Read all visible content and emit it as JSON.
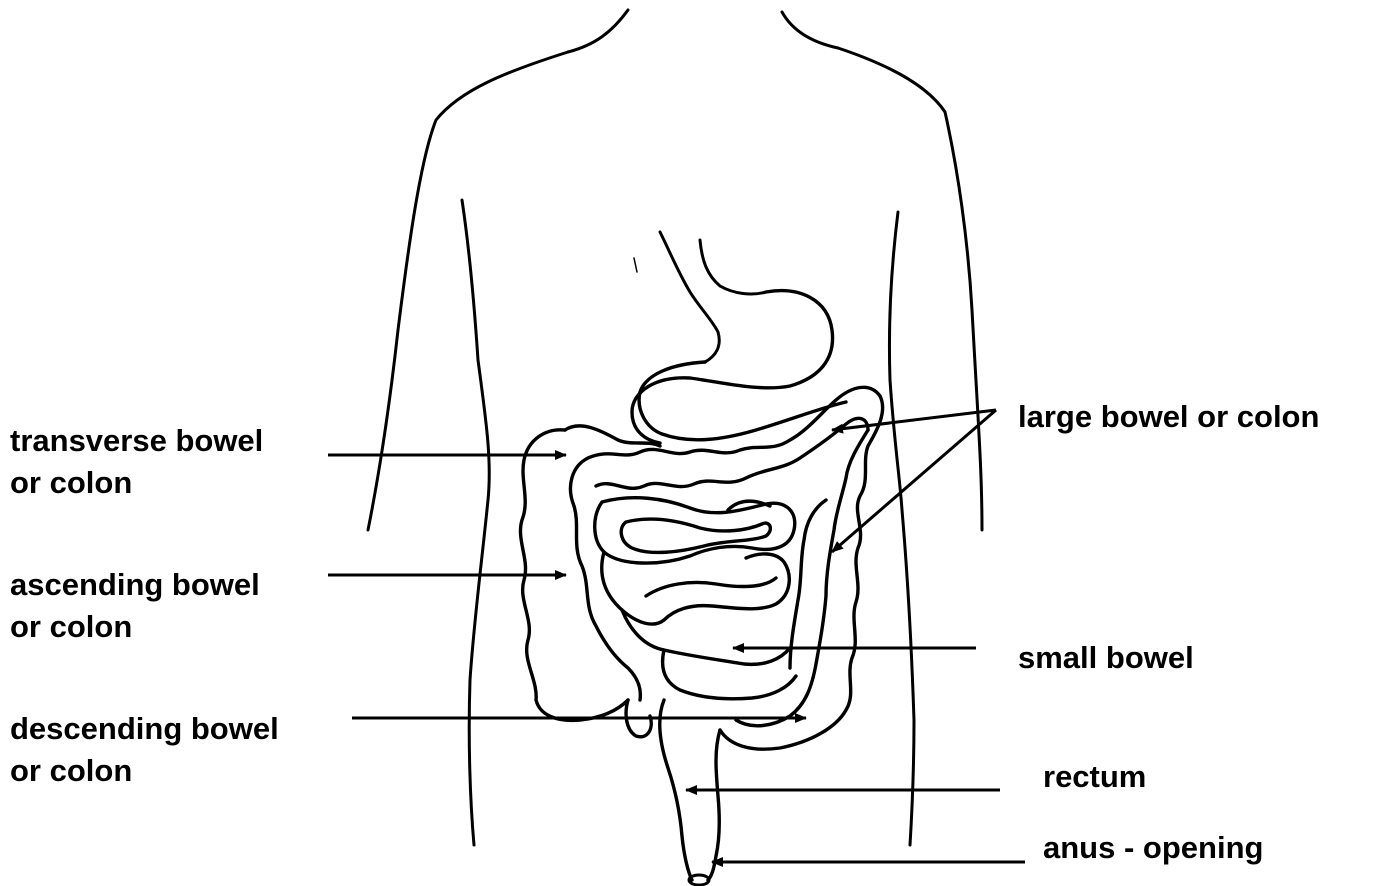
{
  "labels": {
    "transverse": [
      "transverse bowel",
      "or colon"
    ],
    "ascending": [
      "ascending bowel",
      "or colon"
    ],
    "descending": [
      "descending bowel",
      "or colon"
    ],
    "large_bowel": "large bowel or colon",
    "small_bowel": "small bowel",
    "rectum": "rectum",
    "anus": "anus - opening"
  },
  "colors": {
    "ink": "#000000",
    "background": "#ffffff"
  }
}
